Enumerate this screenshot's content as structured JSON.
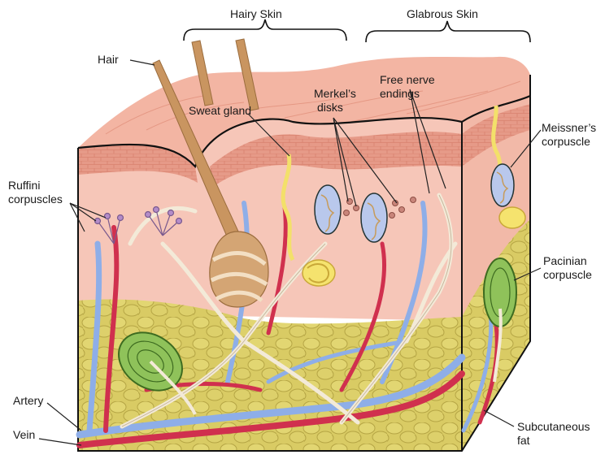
{
  "labels": {
    "hairy_skin": "Hairy Skin",
    "glabrous_skin": "Glabrous Skin",
    "hair": "Hair",
    "sweat_gland": "Sweat gland",
    "merkels_disks_1": "Merkel’s",
    "merkels_disks_2": "disks",
    "free_nerve_endings_1": "Free nerve",
    "free_nerve_endings_2": "endings",
    "meissners_corpuscle_1": "Meissner’s",
    "meissners_corpuscle_2": "corpuscle",
    "ruffini_corpuscles_1": "Ruffini",
    "ruffini_corpuscles_2": "corpuscles",
    "pacinian_corpuscle_1": "Pacinian",
    "pacinian_corpuscle_2": "corpuscle",
    "artery": "Artery",
    "vein": "Vein",
    "subcutaneous_fat_1": "Subcutaneous",
    "subcutaneous_fat_2": "fat"
  },
  "colors": {
    "epidermis": "#f2b3a2",
    "epidermis_light": "#f7cbb9",
    "stratum": "#e79b89",
    "dermis": "#f6c3b4",
    "fat": "#d6c861",
    "fat_edge": "#b8a847",
    "artery": "#d0304e",
    "vein": "#8eaee8",
    "nerve": "#f3ead8",
    "hair": "#c99560",
    "sweat": "#f3e06a",
    "pacinian": "#5e9a35",
    "meissner": "#b9c8ec"
  }
}
